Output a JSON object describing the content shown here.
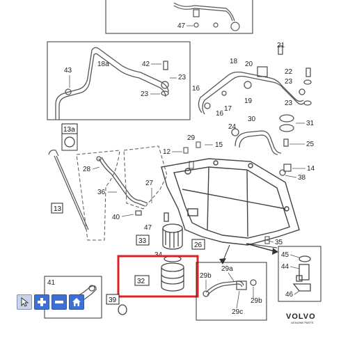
{
  "diagram": {
    "brand": {
      "name": "VOLVO",
      "tagline": "GENUINE PARTS"
    },
    "callouts": [
      {
        "id": "c47a",
        "text": "47"
      },
      {
        "id": "c42",
        "text": "42"
      },
      {
        "id": "c43",
        "text": "43"
      },
      {
        "id": "c18a",
        "text": "18a"
      },
      {
        "id": "c23a",
        "text": "23"
      },
      {
        "id": "c23b",
        "text": "23"
      },
      {
        "id": "c21",
        "text": "21"
      },
      {
        "id": "c18",
        "text": "18"
      },
      {
        "id": "c20",
        "text": "20"
      },
      {
        "id": "c22",
        "text": "22"
      },
      {
        "id": "c23c",
        "text": "23"
      },
      {
        "id": "c23d",
        "text": "23"
      },
      {
        "id": "c16a",
        "text": "16"
      },
      {
        "id": "c16b",
        "text": "16"
      },
      {
        "id": "c17",
        "text": "17"
      },
      {
        "id": "c19",
        "text": "19"
      },
      {
        "id": "c24",
        "text": "24"
      },
      {
        "id": "c30",
        "text": "30"
      },
      {
        "id": "c31",
        "text": "31"
      },
      {
        "id": "c25",
        "text": "25"
      },
      {
        "id": "c29",
        "text": "29"
      },
      {
        "id": "c15",
        "text": "15"
      },
      {
        "id": "c14",
        "text": "14"
      },
      {
        "id": "c38",
        "text": "38"
      },
      {
        "id": "c12",
        "text": "12"
      },
      {
        "id": "c36",
        "text": "36"
      },
      {
        "id": "c27",
        "text": "27"
      },
      {
        "id": "c28",
        "text": "28"
      },
      {
        "id": "c40",
        "text": "40"
      },
      {
        "id": "c47b",
        "text": "47"
      },
      {
        "id": "c35",
        "text": "35"
      },
      {
        "id": "c45",
        "text": "45"
      },
      {
        "id": "c44",
        "text": "44"
      },
      {
        "id": "c46",
        "text": "46"
      },
      {
        "id": "c34",
        "text": "34"
      },
      {
        "id": "c29a",
        "text": "29a"
      },
      {
        "id": "c29b1",
        "text": "29b"
      },
      {
        "id": "c29b2",
        "text": "29b"
      },
      {
        "id": "c29c",
        "text": "29c"
      },
      {
        "id": "c41",
        "text": "41"
      }
    ],
    "boxed_labels": [
      {
        "id": "b13a",
        "text": "13a"
      },
      {
        "id": "b13",
        "text": "13"
      },
      {
        "id": "b33",
        "text": "33"
      },
      {
        "id": "b26",
        "text": "26"
      },
      {
        "id": "b32",
        "text": "32"
      },
      {
        "id": "b39",
        "text": "39"
      }
    ],
    "highlight_color": "#e02020"
  },
  "toolbar": {
    "buttons": [
      {
        "id": "select",
        "icon": "pointer-icon"
      },
      {
        "id": "zoom_in",
        "icon": "plus-icon"
      },
      {
        "id": "zoom_out",
        "icon": "minus-icon"
      },
      {
        "id": "home",
        "icon": "home-icon"
      }
    ]
  }
}
